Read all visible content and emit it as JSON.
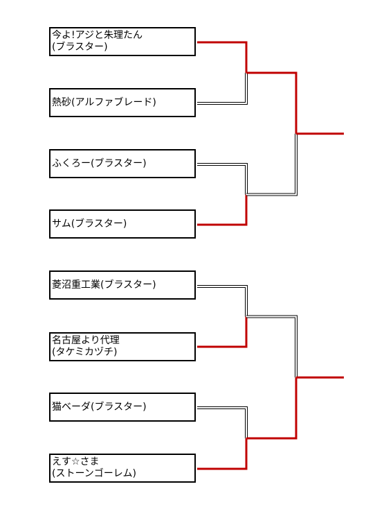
{
  "bracket": {
    "winner_color": "#c00000",
    "loser_color": "#000000",
    "groups": [
      {
        "entries": [
          {
            "line1": "今よ!アジと朱理たん",
            "line2": "(ブラスター)"
          },
          {
            "line1": "熱砂(アルファブレード)",
            "line2": ""
          },
          {
            "line1": "ふくろー(ブラスター)",
            "line2": ""
          },
          {
            "line1": "サム(ブラスター)",
            "line2": ""
          }
        ],
        "round1_winners": [
          0,
          1
        ],
        "round2_winner": 0,
        "final_advance": true
      },
      {
        "entries": [
          {
            "line1": "菱沼重工業(ブラスター)",
            "line2": ""
          },
          {
            "line1": "名古屋より代理",
            "line2": "(タケミカヅチ)"
          },
          {
            "line1": "猫ベーダ(ブラスター)",
            "line2": ""
          },
          {
            "line1": "えす☆さま",
            "line2": "(ストーンゴーレム)"
          }
        ],
        "round1_winners": [
          1,
          1
        ],
        "round2_winner": 1,
        "final_advance": true
      }
    ]
  }
}
